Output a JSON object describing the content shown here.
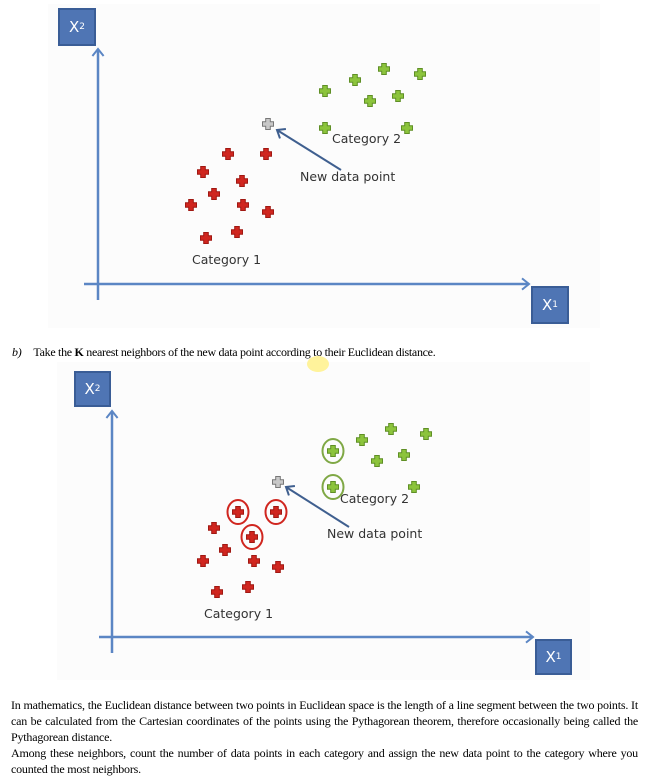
{
  "diagram1": {
    "y_axis_label": "X",
    "y_axis_sub": "2",
    "x_axis_label": "X",
    "x_axis_sub": "1",
    "category1_label": "Category 1",
    "category2_label": "Category 2",
    "new_point_label": "New data point"
  },
  "step_b": {
    "marker": "b)",
    "text_before": "Take the ",
    "k": "K",
    "text_after": " nearest neighbors of the new data point according to their Euclidean distance."
  },
  "diagram2": {
    "y_axis_label": "X",
    "y_axis_sub": "2",
    "x_axis_label": "X",
    "x_axis_sub": "1",
    "category1_label": "Category 1",
    "category2_label": "Category 2",
    "new_point_label": "New data point",
    "neighbors_category1": 3,
    "neighbors_category2": 2
  },
  "paragraph": {
    "p1": "In mathematics, the Euclidean distance between two points in Euclidean space is the length of a line segment between the two points. It can be calculated from the Cartesian coordinates of the points using the Pythagorean theorem, therefore occasionally being called the Pythagorean distance.",
    "p2": "Among these neighbors, count the number of data points in each category and assign the new data point to the category where you counted the most neighbors."
  },
  "colors": {
    "axis": "#5b86c4",
    "category1": "#d0261f",
    "category2": "#8cc43c",
    "new_point": "#9a9a9a",
    "arrow": "#3f5f8f"
  }
}
